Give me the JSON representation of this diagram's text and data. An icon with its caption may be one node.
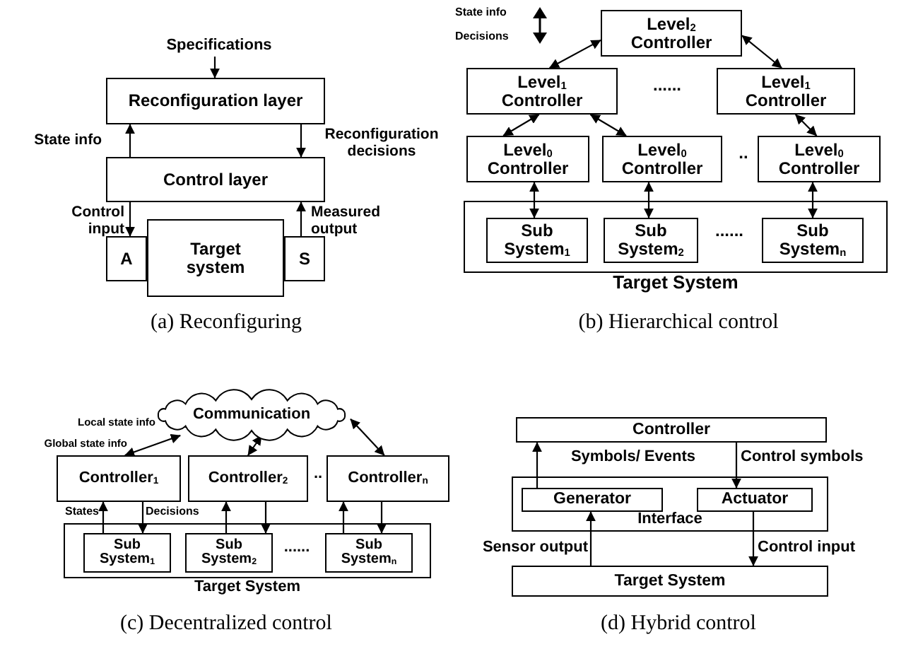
{
  "diagram": {
    "nodes": [
      {
        "text": [
          "Specifications"
        ]
      },
      {
        "text": [
          "Reconfiguration layer"
        ]
      },
      {
        "text": [
          "Control layer"
        ]
      },
      {
        "text": [
          "A"
        ]
      },
      {
        "text": [
          "Target system"
        ]
      },
      {
        "text": [
          "S"
        ]
      },
      {
        "text": [
          "Level$_{2}$ Controller"
        ]
      },
      {
        "text": [
          "Level$_{1}$ Controller"
        ]
      },
      {
        "text": [
          "Level$_{1}$ Controller"
        ]
      },
      {
        "text": [
          "Level$_{0}$ Controller"
        ]
      },
      {
        "text": [
          "Level$_{0}$ Controller"
        ]
      },
      {
        "text": [
          "Level$_{0}$ Controller"
        ]
      },
      {
        "text": [
          "Target System"
        ]
      },
      {
        "text": [
          "Sub System$_{1}$"
        ],
        "in": 12
      },
      {
        "text": [
          "Sub System$_{2}$"
        ],
        "in": 12
      },
      {
        "text": [
          "Sub System$_{n}$"
        ],
        "in": 12
      },
      {
        "text": [
          "Communication"
        ]
      },
      {
        "text": [
          "Controller$_{1}$"
        ]
      },
      {
        "text": [
          "Controller$_{2}$"
        ]
      },
      {
        "text": [
          "Controller$_{n}$"
        ]
      },
      {
        "text": [
          "Target System"
        ]
      },
      {
        "text": [
          "Sub System$_{1}$"
        ],
        "in": 20
      },
      {
        "text": [
          "Sub System$_{2}$"
        ],
        "in": 20
      },
      {
        "text": [
          "Sub System$_{n}$"
        ],
        "in": 20
      },
      {
        "text": [
          "Controller"
        ]
      },
      {
        "text": [
          "Interface"
        ]
      },
      {
        "text": [
          "Generator"
        ],
        "in": 25
      },
      {
        "text": [
          "Actuator"
        ],
        "in": 25
      },
      {
        "text": [
          "Target System"
        ]
      }
    ],
    "edges": [
      {
        "from": 0,
        "to": 1,
        "arrow": "to"
      },
      {
        "from": 2,
        "to": 1,
        "arrow": "to",
        "label": "State info"
      },
      {
        "from": 1,
        "to": 2,
        "arrow": "to",
        "label": "Reconfiguration decisions"
      },
      {
        "from": 2,
        "to": 3,
        "arrow": "to",
        "label": "Control input"
      },
      {
        "from": 5,
        "to": 2,
        "arrow": "to",
        "label": "Measured output"
      },
      {
        "from": 6,
        "to": 7,
        "arrow": "both"
      },
      {
        "from": 6,
        "to": 8,
        "arrow": "both"
      },
      {
        "from": 7,
        "to": 9,
        "arrow": "both"
      },
      {
        "from": 7,
        "to": 10,
        "arrow": "both"
      },
      {
        "from": 8,
        "to": 11,
        "arrow": "both"
      },
      {
        "from": 9,
        "to": 13,
        "arrow": "both"
      },
      {
        "from": 10,
        "to": 14,
        "arrow": "both"
      },
      {
        "from": 11,
        "to": 15,
        "arrow": "both"
      },
      {
        "from": 16,
        "to": 17,
        "arrow": "both"
      },
      {
        "from": 16,
        "to": 18,
        "arrow": "both"
      },
      {
        "from": 16,
        "to": 19,
        "arrow": "both"
      },
      {
        "from": 21,
        "to": 17,
        "arrow": "to",
        "label": "States"
      },
      {
        "from": 17,
        "to": 21,
        "arrow": "to",
        "label": "Decisions"
      },
      {
        "from": 22,
        "to": 18,
        "arrow": "to"
      },
      {
        "from": 18,
        "to": 22,
        "arrow": "to"
      },
      {
        "from": 23,
        "to": 19,
        "arrow": "to"
      },
      {
        "from": 19,
        "to": 23,
        "arrow": "to"
      },
      {
        "from": 26,
        "to": 24,
        "arrow": "to",
        "label": "Symbols/ Events"
      },
      {
        "from": 24,
        "to": 27,
        "arrow": "to",
        "label": "Control symbols"
      },
      {
        "from": 28,
        "to": 26,
        "arrow": "to",
        "label": "Sensor output"
      },
      {
        "from": 27,
        "to": 28,
        "arrow": "to",
        "label": "Control input"
      }
    ],
    "labels": [
      "(a) Reconfiguring",
      "State info",
      "Decisions",
      "......",
      "..",
      "......",
      "(b) Hierarchical control",
      "Local state info",
      "Global state info",
      "..",
      "......",
      "(c) Decentralized control",
      "(d) Hybrid control"
    ]
  }
}
